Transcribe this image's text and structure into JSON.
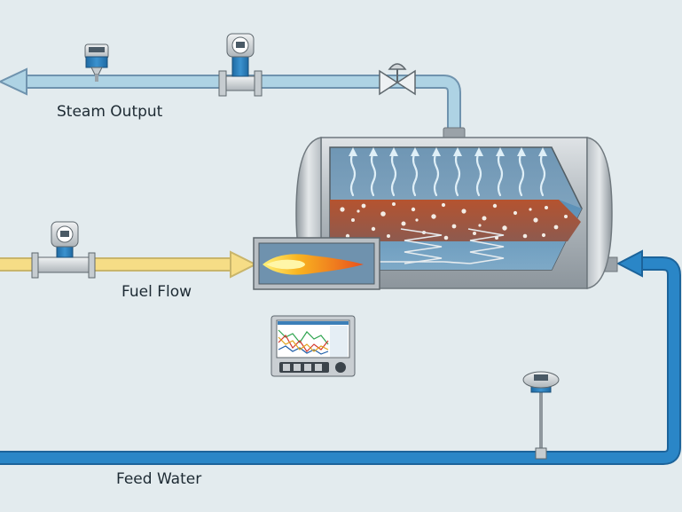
{
  "labels": {
    "steam_output": "Steam Output",
    "fuel_flow": "Fuel Flow",
    "feed_water": "Feed Water"
  },
  "colors": {
    "background": "#e3ebee",
    "steam_pipe": "#a9d2e4",
    "fuel_pipe": "#f6dd86",
    "water_pipe": "#2a86c7",
    "vessel_shell": "#b9bfc4",
    "water": "#5f95bb",
    "boiling_layer": "#b34c2c",
    "flame": "#f6a21a",
    "device_body": "#2a7bb8"
  },
  "icons": {
    "pressure_transmitter": "pressure-transmitter-icon",
    "flowmeter": "flowmeter-icon",
    "valve": "valve-icon",
    "temperature_sensor": "temperature-sensor-icon",
    "recorder": "data-recorder-icon"
  }
}
